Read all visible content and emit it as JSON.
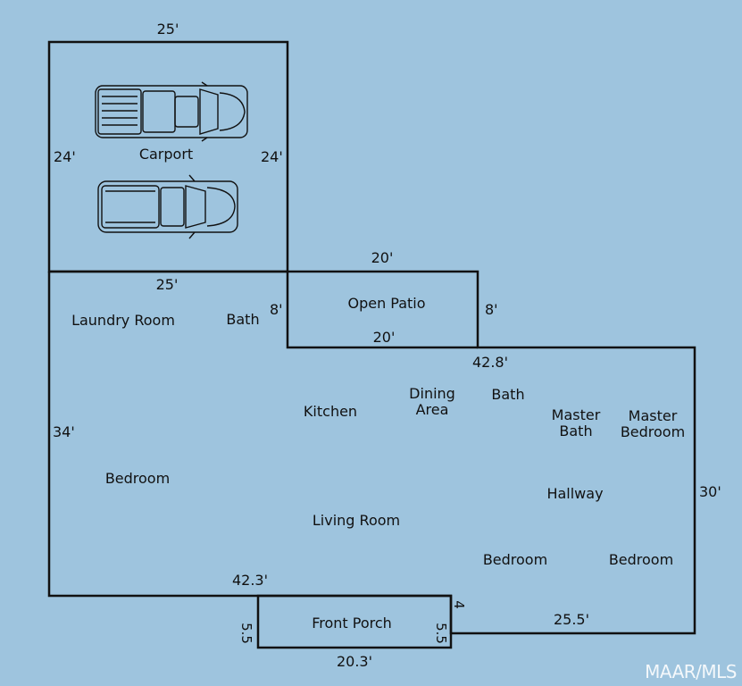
{
  "colors": {
    "background": "#9ec4de",
    "line": "#111111"
  },
  "rooms": {
    "carport": "Carport",
    "open_patio": "Open Patio",
    "laundry_room": "Laundry Room",
    "bath_left": "Bath",
    "kitchen": "Kitchen",
    "dining_line1": "Dining",
    "dining_line2": "Area",
    "bath_center": "Bath",
    "master_bath_line1": "Master",
    "master_bath_line2": "Bath",
    "master_bedroom_line1": "Master",
    "master_bedroom_line2": "Bedroom",
    "bedroom_left": "Bedroom",
    "hallway": "Hallway",
    "living_room": "Living Room",
    "bedroom_center": "Bedroom",
    "bedroom_right": "Bedroom",
    "front_porch": "Front Porch"
  },
  "dimensions": {
    "carport_top": "25'",
    "carport_left": "24'",
    "carport_right": "24'",
    "patio_top": "20'",
    "house_top_left": "25'",
    "patio_left": "8'",
    "patio_right": "8'",
    "patio_bottom": "20'",
    "house_top_right": "42.8'",
    "house_left": "34'",
    "house_right": "30'",
    "house_bottom_left": "42.3'",
    "porch_left": "5.5",
    "porch_right": "5.5",
    "porch_step": "4",
    "house_bottom_right": "25.5'",
    "porch_bottom": "20.3'"
  },
  "watermark": "MAAR/MLS"
}
